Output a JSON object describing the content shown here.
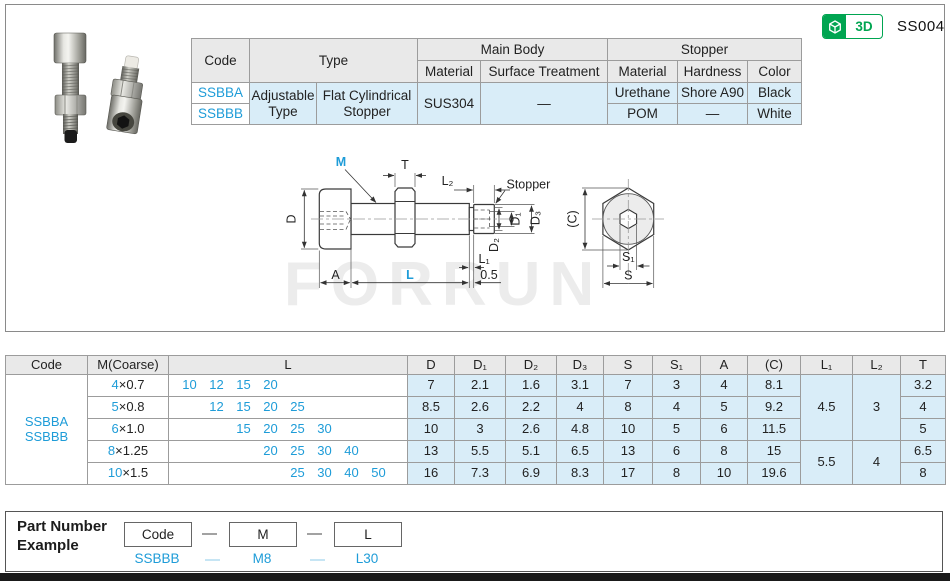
{
  "page": {
    "part_code": "SS004",
    "badge_3d": "3D",
    "watermark": "FORRUN"
  },
  "colors": {
    "accent_blue": "#1e9cd8",
    "light_blue_bg": "#d9edf8",
    "header_gray": "#e9e9e9",
    "badge_green": "#00a551"
  },
  "spec_table": {
    "headers": {
      "code": "Code",
      "type": "Type",
      "main_body": "Main Body",
      "stopper": "Stopper",
      "material": "Material",
      "surface_treatment": "Surface Treatment",
      "material2": "Material",
      "hardness": "Hardness",
      "color": "Color"
    },
    "row1": {
      "code": "SSBBA",
      "type_a": "Adjustable Type",
      "type_b": "Flat Cylindrical Stopper",
      "material": "SUS304",
      "surface": "—",
      "stop_material": "Urethane",
      "hardness": "Shore A90",
      "color": "Black"
    },
    "row2": {
      "code": "SSBBB",
      "stop_material": "POM",
      "hardness": "—",
      "color": "White"
    }
  },
  "drawing": {
    "labels": {
      "M": "M",
      "T": "T",
      "L2": "L₂",
      "stopper": "Stopper",
      "D": "D",
      "D1": "D₁",
      "D2": "D₂",
      "D3": "D₃",
      "L1": "L₁",
      "half": "0.5",
      "A": "A",
      "L": "L",
      "C": "(C)",
      "S1": "S₁",
      "S": "S"
    }
  },
  "dims_table": {
    "headers": [
      "Code",
      "M(Coarse)",
      "L",
      "D",
      "D₁",
      "D₂",
      "D₃",
      "S",
      "S₁",
      "A",
      "(C)",
      "L₁",
      "L₂",
      "T"
    ],
    "code_line1": "SSBBA",
    "code_line2": "SSBBB",
    "rows": [
      {
        "m_size": "4",
        "m_pitch": "×0.7",
        "L": [
          "10",
          "12",
          "15",
          "20",
          "",
          "",
          "",
          ""
        ],
        "D": "7",
        "D1": "2.1",
        "D2": "1.6",
        "D3": "3.1",
        "S": "7",
        "S1": "3",
        "A": "4",
        "C": "8.1",
        "T": "3.2"
      },
      {
        "m_size": "5",
        "m_pitch": "×0.8",
        "L": [
          "",
          "12",
          "15",
          "20",
          "25",
          "",
          "",
          ""
        ],
        "D": "8.5",
        "D1": "2.6",
        "D2": "2.2",
        "D3": "4",
        "S": "8",
        "S1": "4",
        "A": "5",
        "C": "9.2",
        "T": "4"
      },
      {
        "m_size": "6",
        "m_pitch": "×1.0",
        "L": [
          "",
          "",
          "15",
          "20",
          "25",
          "30",
          "",
          ""
        ],
        "D": "10",
        "D1": "3",
        "D2": "2.6",
        "D3": "4.8",
        "S": "10",
        "S1": "5",
        "A": "6",
        "C": "11.5",
        "T": "5"
      },
      {
        "m_size": "8",
        "m_pitch": "×1.25",
        "L": [
          "",
          "",
          "",
          "20",
          "25",
          "30",
          "40",
          ""
        ],
        "D": "13",
        "D1": "5.5",
        "D2": "5.1",
        "D3": "6.5",
        "S": "13",
        "S1": "6",
        "A": "8",
        "C": "15",
        "T": "6.5"
      },
      {
        "m_size": "10",
        "m_pitch": "×1.5",
        "L": [
          "",
          "",
          "",
          "",
          "25",
          "30",
          "40",
          "50"
        ],
        "D": "16",
        "D1": "7.3",
        "D2": "6.9",
        "D3": "8.3",
        "S": "17",
        "S1": "8",
        "A": "10",
        "C": "19.6",
        "T": "8"
      }
    ],
    "L1_group1": "4.5",
    "L1_group2": "5.5",
    "L2_group1": "3",
    "L2_group2": "4"
  },
  "part_number": {
    "title_line1": "Part Number",
    "title_line2": "Example",
    "box1": "Code",
    "box2": "M",
    "box3": "L",
    "ex1": "SSBBB",
    "ex2": "M8",
    "ex3": "L30",
    "dash": "—"
  }
}
